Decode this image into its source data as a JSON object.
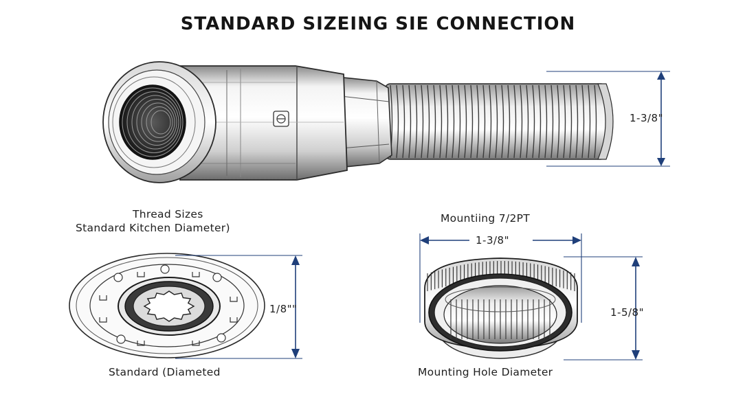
{
  "title": "STANDARD SIZEING SIE CONNECTION",
  "top_fitting": {
    "dimension": "1-3/8\"",
    "emblem_icon": "fitting-emblem-icon"
  },
  "left_view": {
    "heading_line1": "Thread Sizes",
    "heading_line2": "Standard Kitchen Diameter)",
    "dimension": "1/8\"\"",
    "caption": "Standard (Diameted"
  },
  "right_view": {
    "heading": "Mountiing 7/2PT",
    "width_dimension": "1-3/8\"",
    "height_dimension": "1-5/8\"",
    "caption": "Mounting Hole Diameter"
  },
  "colors": {
    "ink": "#1c1c1c",
    "dimension_line": "#1f3f7a",
    "metal_light": "#f2f2f2",
    "metal_mid": "#bdbdbd",
    "metal_dark": "#3a3a3a"
  }
}
